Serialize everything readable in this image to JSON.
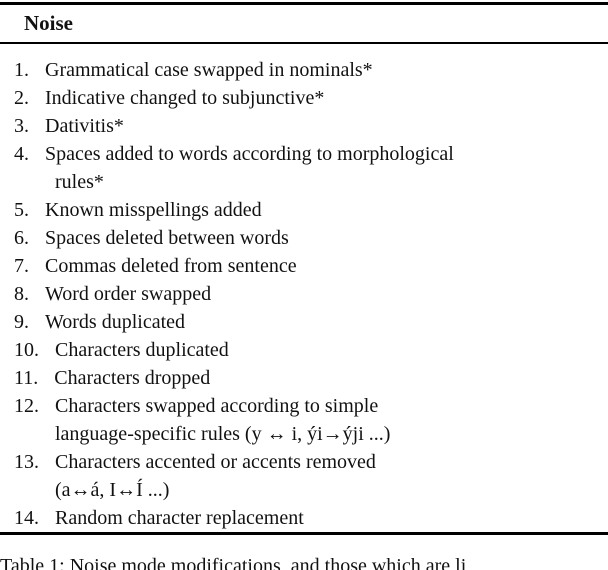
{
  "table": {
    "header": "Noise",
    "items": [
      {
        "num": "1.",
        "lines": [
          "Grammatical case swapped in nominals*"
        ]
      },
      {
        "num": "2.",
        "lines": [
          "Indicative changed to subjunctive*"
        ]
      },
      {
        "num": "3.",
        "lines": [
          "Dativitis*"
        ]
      },
      {
        "num": "4.",
        "lines": [
          "Spaces added to words according to morphological",
          "rules*"
        ]
      },
      {
        "num": "5.",
        "lines": [
          "Known misspellings added"
        ]
      },
      {
        "num": "6.",
        "lines": [
          "Spaces deleted between words"
        ]
      },
      {
        "num": "7.",
        "lines": [
          "Commas deleted from sentence"
        ]
      },
      {
        "num": "8.",
        "lines": [
          "Word order swapped"
        ]
      },
      {
        "num": "9.",
        "lines": [
          "Words duplicated"
        ]
      },
      {
        "num": "10.",
        "lines": [
          "Characters duplicated"
        ]
      },
      {
        "num": "11.",
        "lines": [
          "Characters dropped"
        ]
      },
      {
        "num": "12.",
        "lines": [
          "Characters swapped according to simple",
          "language-specific rules (y ↔ i, ýi→ýji ...)"
        ]
      },
      {
        "num": "13.",
        "lines": [
          "Characters accented or accents removed",
          "(a↔á, I↔Í ...)"
        ]
      },
      {
        "num": "14.",
        "lines": [
          "Random character replacement"
        ]
      }
    ]
  },
  "caption": {
    "visible_text": "Table 1: Noise mode modifications, and those which are li"
  },
  "colors": {
    "text": "#111111",
    "rule": "#000000",
    "background": "#ffffff"
  }
}
